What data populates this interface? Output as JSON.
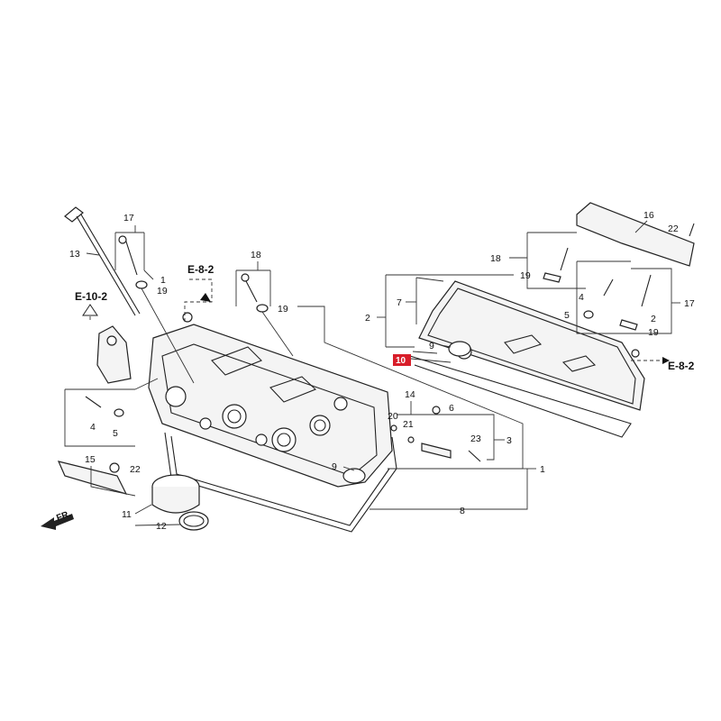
{
  "callouts": {
    "c1": "1",
    "c2a": "2",
    "c2b": "2",
    "c3": "3",
    "c4a": "4",
    "c4b": "4",
    "c5a": "5",
    "c5b": "5",
    "c6": "6",
    "c7": "7",
    "c8": "8",
    "c9a": "9",
    "c9b": "9",
    "c10": "10",
    "c11": "11",
    "c12": "12",
    "c13": "13",
    "c14": "14",
    "c15": "15",
    "c16": "16",
    "c17a": "17",
    "c17b": "17",
    "c18a": "18",
    "c18b": "18",
    "c19a": "19",
    "c19b": "19",
    "c19c": "19",
    "c19d": "19",
    "c20": "20",
    "c21": "21",
    "c22a": "22",
    "c22b": "22",
    "c23": "23"
  },
  "references": {
    "e82_left": "E-8-2",
    "e102": "E-10-2",
    "e82_right": "E-8-2"
  },
  "direction_label": "FR.",
  "highlight_color": "#d81e2a"
}
